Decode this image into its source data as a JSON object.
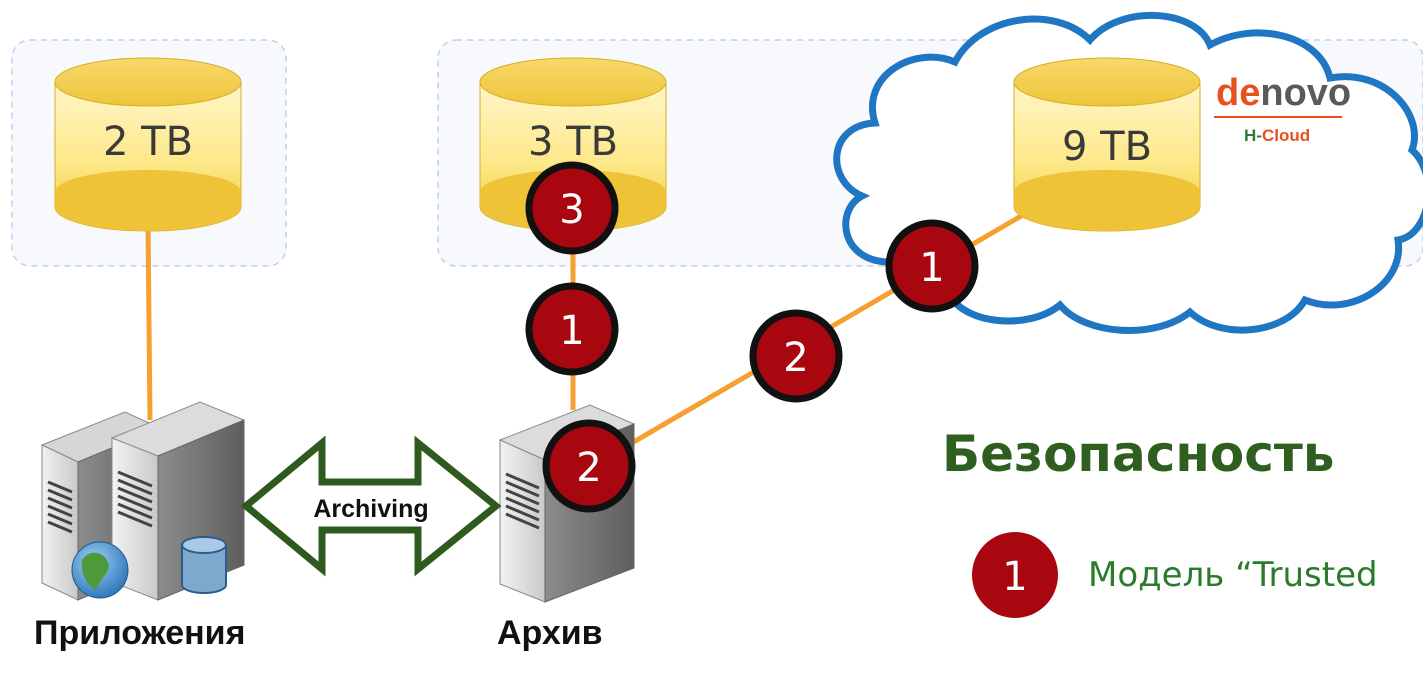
{
  "storage": {
    "app_capacity": "2 TB",
    "archive_capacity": "3 TB",
    "cloud_capacity": "9 TB"
  },
  "badges": {
    "archive_disk": "3",
    "archive_link": "1",
    "archive_server": "2",
    "wan_link": "2",
    "cloud_link": "1",
    "legend": "1"
  },
  "arrow_label": "Archiving",
  "brand": {
    "name_de": "de",
    "name_novo": "novo",
    "product_prefix": "H-",
    "product_suffix": "Cloud"
  },
  "security": {
    "title": "Безопасность",
    "legend_item": "Модель “Trusted"
  },
  "captions": {
    "apps": "Приложения",
    "archive": "Архив"
  },
  "colors": {
    "link": "#f5a030",
    "badge_fill": "#a8070f",
    "cloud_stroke": "#1f76c2",
    "arrow_green": "#2e5a1e",
    "title_green": "#2f5f1f"
  }
}
